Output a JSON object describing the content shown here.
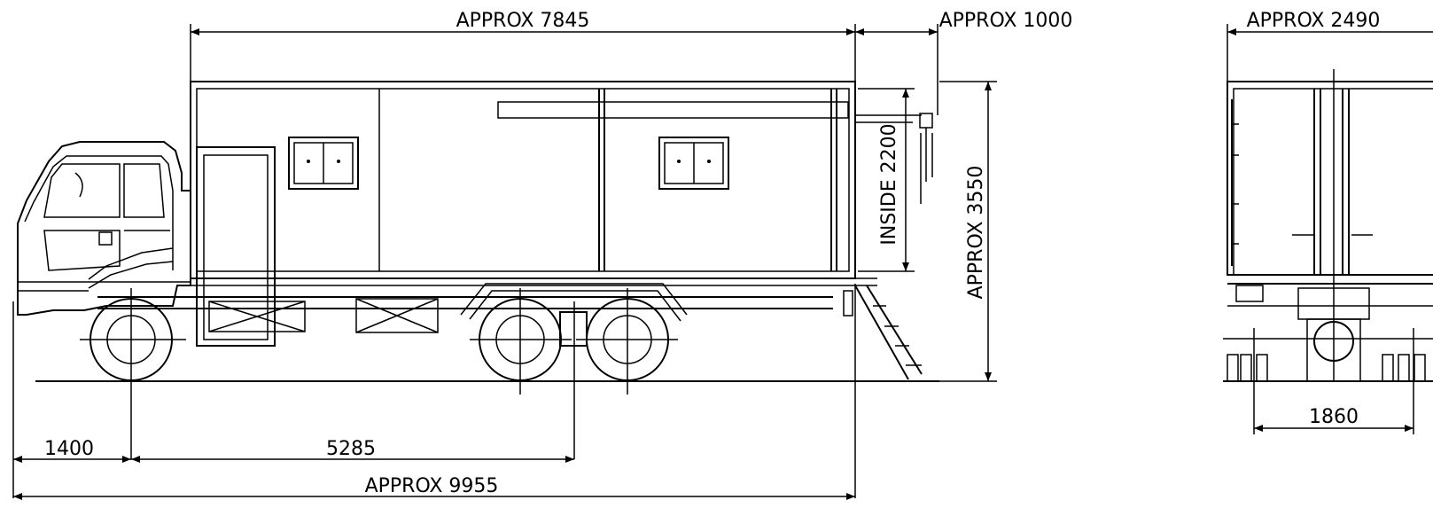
{
  "drawing": {
    "side_view": {
      "dim_body_length": "APPROX 7845",
      "dim_ladder_overhang": "APPROX 1000",
      "dim_inside_height": "INSIDE 2200",
      "dim_overall_height": "APPROX 3550",
      "dim_front_overhang": "1400",
      "dim_wheelbase": "5285",
      "dim_overall_length": "APPROX 9955"
    },
    "rear_view": {
      "dim_overall_width": "APPROX 2490",
      "dim_track": "1860"
    }
  }
}
